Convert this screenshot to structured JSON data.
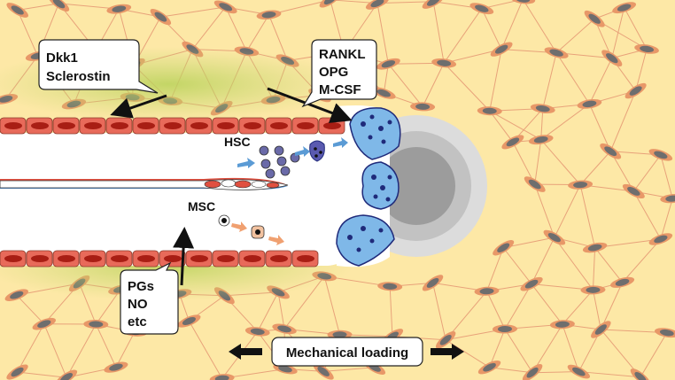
{
  "callouts": {
    "inhibitors": {
      "line1": "Dkk1",
      "line2": "Sclerostin"
    },
    "osteoclast_factors": {
      "line1": "RANKL",
      "line2": "OPG",
      "line3": "M-CSF"
    },
    "mediators": {
      "line1": "PGs",
      "line2": "NO",
      "line3": "etc"
    }
  },
  "cell_labels": {
    "hsc": "HSC",
    "msc": "MSC"
  },
  "loading": {
    "label": "Mechanical loading"
  },
  "colors": {
    "bone_matrix": "#fde8a6",
    "canaliculi": "#e8a27a",
    "osteocyte_body": "#e89868",
    "osteocyte_nucleus": "#6e6e6e",
    "marrow_space": "#ffffff",
    "lining_cell": "#e86a5a",
    "lining_nucleus": "#a81e14",
    "green_zone": "#c6d970",
    "osteoclast": "#7fb8e8",
    "osteoclast_nucleus": "#1f2a7a",
    "hsc": "#6a6aa8",
    "msc_precursor": "#f2c2a0",
    "arrow_blue": "#5b9bd5",
    "arrow_orange": "#f0a070",
    "vessel_red": "#e05040",
    "vessel_blue": "#4a8ad0"
  }
}
